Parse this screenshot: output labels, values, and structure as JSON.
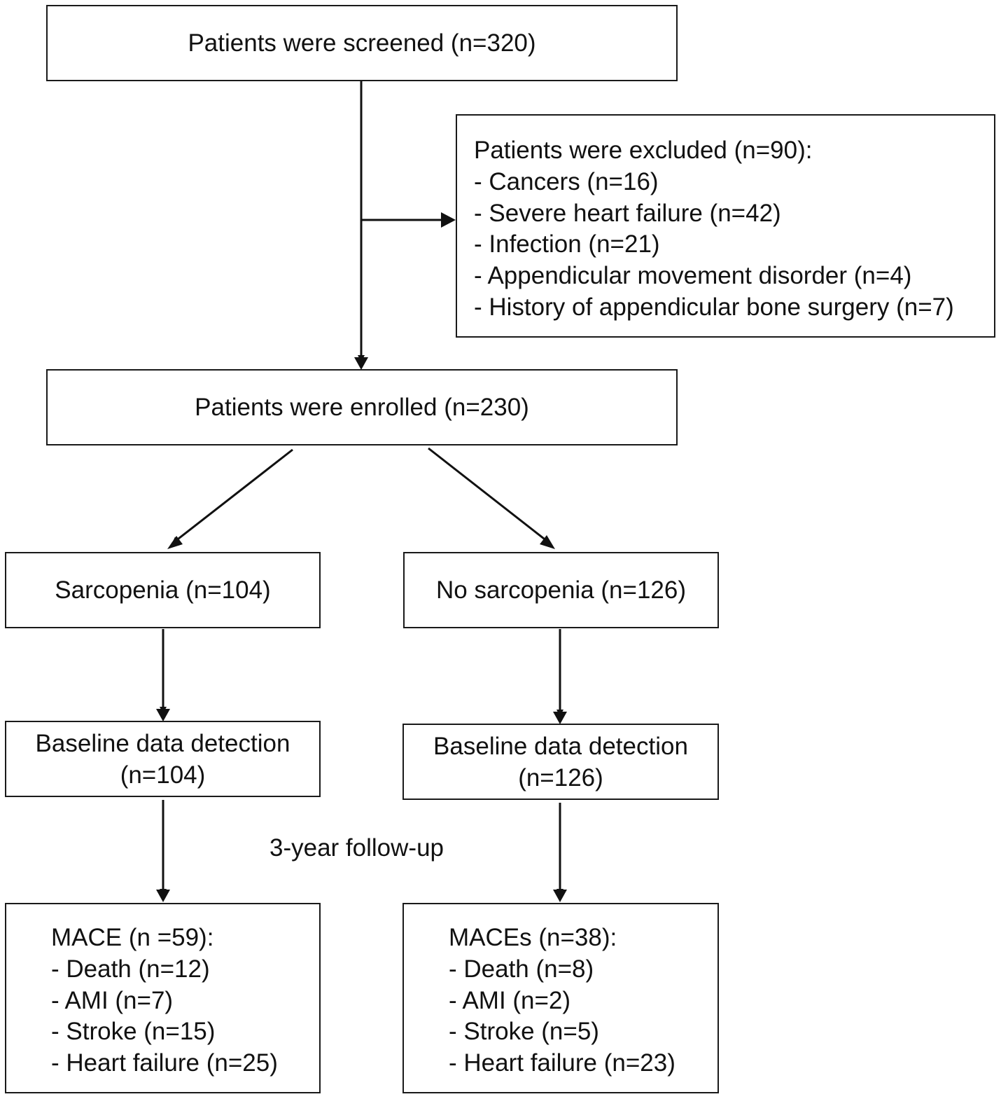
{
  "screened": "Patients were screened (n=320)",
  "excluded": {
    "title": "Patients were excluded (n=90):",
    "items": [
      "- Cancers (n=16)",
      "- Severe heart failure (n=42)",
      "- Infection (n=21)",
      "- Appendicular movement disorder (n=4)",
      "- History of appendicular bone surgery (n=7)"
    ]
  },
  "enrolled": "Patients were enrolled (n=230)",
  "sarcopenia": "Sarcopenia (n=104)",
  "no_sarcopenia": "No sarcopenia (n=126)",
  "baseline_left": {
    "line1": "Baseline data detection",
    "line2": "(n=104)"
  },
  "baseline_right": {
    "line1": "Baseline data detection",
    "line2": "(n=126)"
  },
  "follow_up": "3-year follow-up",
  "mace_left": {
    "title": "MACE (n =59):",
    "items": [
      "- Death (n=12)",
      "- AMI (n=7)",
      "- Stroke (n=15)",
      "- Heart failure (n=25)"
    ]
  },
  "mace_right": {
    "title": "MACEs (n=38):",
    "items": [
      "- Death (n=8)",
      "- AMI (n=2)",
      "- Stroke (n=5)",
      "- Heart failure (n=23)"
    ]
  }
}
